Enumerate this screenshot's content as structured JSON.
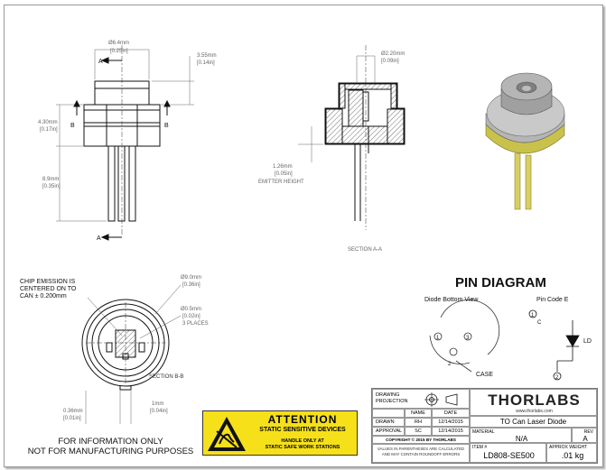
{
  "drawing": {
    "dims": {
      "dia_top": "Ø6.4mm",
      "dia_top_in": "[0.25in]",
      "cap_h": "3.55mm",
      "cap_h_in": "[0.14in]",
      "body_h": "4.30mm",
      "body_h_in": "[0.17in]",
      "pin_len": "8.9mm",
      "pin_len_in": "[0.35in]",
      "window": "Ø2.20mm",
      "window_in": "[0.09in]",
      "emit_h": "1.26mm",
      "emit_h_in": "[0.05in]",
      "emit_label": "EMITTER HEIGHT",
      "section_aa": "SECTION A-A",
      "section_bb": "SECTION B-B",
      "flange": "Ø9.0mm",
      "flange_in": "[0.36in]",
      "pins": "Ø0.5mm",
      "pins_in": "[0.02in]",
      "pins_places": "3 PLACES",
      "chip_note": [
        "CHIP EMISSION IS",
        "CENTERED ON TO",
        "CAN ± 0.200mm"
      ],
      "key_h": "0.36mm",
      "key_h_in": "[0.01in]",
      "key_w": "1mm",
      "key_w_in": "[0.04in]",
      "label_a": "A",
      "label_b": "B"
    },
    "pin_diagram": {
      "title": "PIN DIAGRAM",
      "bottom_view": "Diode Bottom View",
      "pin_code": "Pin Code E",
      "case_label": "CASE",
      "ld_label": "LD",
      "pins": [
        "1",
        "2",
        "3"
      ],
      "c_label": "C"
    }
  },
  "notice": [
    "FOR INFORMATION ONLY",
    "NOT FOR MANUFACTURING PURPOSES"
  ],
  "attention": {
    "title": "ATTENTION",
    "subtitle": "STATIC SENSITIVE DEVICES",
    "line1": "HANDLE ONLY AT",
    "line2": "STATIC SAFE WORK STATIONS"
  },
  "title_block": {
    "drawing_projection": "DRAWING PROJECTION",
    "col_name": "NAME",
    "col_date": "DATE",
    "drawn_label": "DRAWN",
    "drawn_name": "RH",
    "drawn_date": "12/14/2015",
    "approval_label": "APPROVAL",
    "approval_name": "SC",
    "approval_date": "12/14/2015",
    "copyright": "COPYRIGHT © 2015 BY THORLABS",
    "values_note": "VALUES IN PARENTHESES ARE CALCULATED AND MAY CONTAIN ROUNDOFF ERRORS",
    "logo": "THORLABS",
    "website": "www.thorlabs.com",
    "description": "TO Can Laser Diode",
    "material_label": "MATERIAL",
    "material": "N/A",
    "rev_label": "REV",
    "rev": "A",
    "item_label": "ITEM #",
    "item": "LD808-SE500",
    "weight_label": "APPROX WEIGHT",
    "weight": ".01 kg"
  },
  "colors": {
    "yellow": "#f6e01a",
    "lens": "#8f8f8f",
    "gold": "#c9c24a"
  }
}
